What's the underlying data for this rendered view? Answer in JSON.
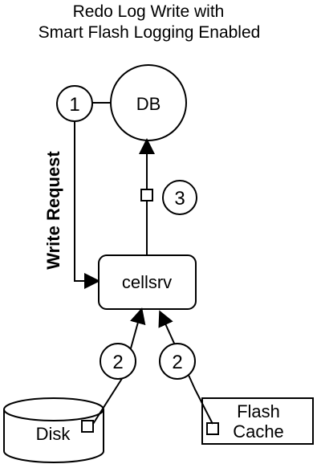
{
  "diagram": {
    "title_line_1": "Redo Log Write with",
    "title_line_2": "Smart Flash Logging Enabled",
    "write_request_label": "Write Request",
    "db_label": "DB",
    "cellsrv_label": "cellsrv",
    "disk_label": "Disk",
    "flash_cache_label_1": "Flash",
    "flash_cache_label_2": "Cache",
    "step_1": "1",
    "step_2_left": "2",
    "step_2_right": "2",
    "step_3": "3"
  }
}
